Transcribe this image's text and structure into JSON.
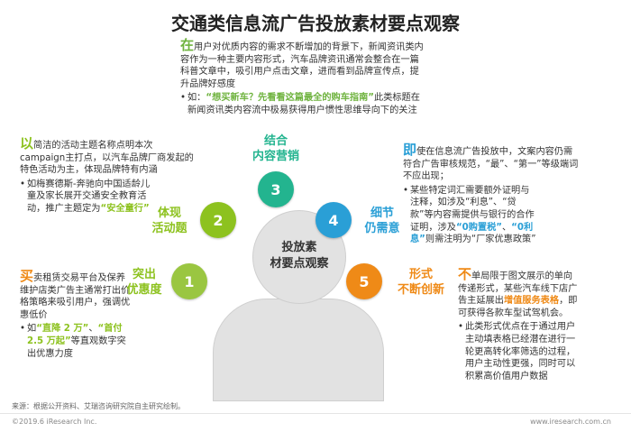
{
  "title": "交通类信息流广告投放素材要点观察",
  "center": {
    "line1": "投放素",
    "line2": "材要点观察"
  },
  "items": [
    {
      "number": "1",
      "label_line1": "突出",
      "label_line2": "优惠度",
      "color": "#9ac641"
    },
    {
      "number": "2",
      "label_line1": "体现",
      "label_line2": "活动题",
      "color": "#8dc21f"
    },
    {
      "number": "3",
      "label_line1": "结合",
      "label_line2": "内容营销",
      "color": "#23b48f"
    },
    {
      "number": "4",
      "label_line1": "细节",
      "label_line2": "仍需意",
      "color": "#2a9fd6"
    },
    {
      "number": "5",
      "label_line1": "形式",
      "label_line2": "不断创新",
      "color": "#ef8a17"
    }
  ],
  "top": {
    "lead": "在",
    "p1": "用户对优质内容的需求不断增加的背景下，新闻资讯类内容作为一种主要内容形式，汽车品牌资讯通常会整合在一篇科普文章中，吸引用户点击文章，进而看到品牌宣传点，提升品牌好感度",
    "ex_prefix": "如：",
    "ex_quote": "“想买新车？先看看这篇最全的购车指南”",
    "ex_suffix": "此类标题在新闻资讯类内容流中极易获得用户惯性思维导向下的关注"
  },
  "left_top": {
    "lead": "以",
    "p1": "简洁的活动主题名称点明本次campaign主打点，以汽车品牌厂商发起的特色活动为主，体现品牌特有内涵",
    "b1": "如梅赛德斯-奔驰向中国适龄儿童及家长展开交通安全教育活动，推广主题定为",
    "b1_hl": "“安全童行”"
  },
  "left_bottom": {
    "lead": "买",
    "p1": "卖租赁交易平台及保养维护店类广告主通常打出价格策略来吸引用户，强调优惠低价",
    "b1_pre": "如",
    "b1_hl1": "“直降 2 万”",
    "b1_mid": "、",
    "b1_hl2": "“首付 2.5 万起”",
    "b1_post": "等直观数字突出优惠力度"
  },
  "right_top": {
    "lead": "即",
    "p1": "使在信息流广告投放中，文案内容仍需符合广告审核规范，“最”、“第一”等级端词不应出现；",
    "b1_pre": "某些特定词汇需要额外证明与注释，如涉及“利息”、“贷款”等内容需提供与银行的合作证明，涉及",
    "b1_hl1": "“0购置税”",
    "b1_mid": "、",
    "b1_hl2": "“0利息”",
    "b1_post": "则需注明为“厂家优惠政策”"
  },
  "right_bottom": {
    "lead": "不",
    "p1_pre": "单局限于图文展示的单向传递形式，某些汽车线下店广告主延展出",
    "p1_hl": "增值服务表格",
    "p1_post": "，即可获得各款车型试驾机会。",
    "b1": "此类形式优点在于通过用户主动填表格已经潜在进行一轮更高转化率筛选的过程，用户主动性更强，同时可以积累高价值用户数据"
  },
  "footer": {
    "source": "来源：根据公开资料、艾瑞咨询研究院自主研究绘制。",
    "copyright": "©2019.6 iResearch Inc.",
    "url": "www.iresearch.com.cn"
  }
}
